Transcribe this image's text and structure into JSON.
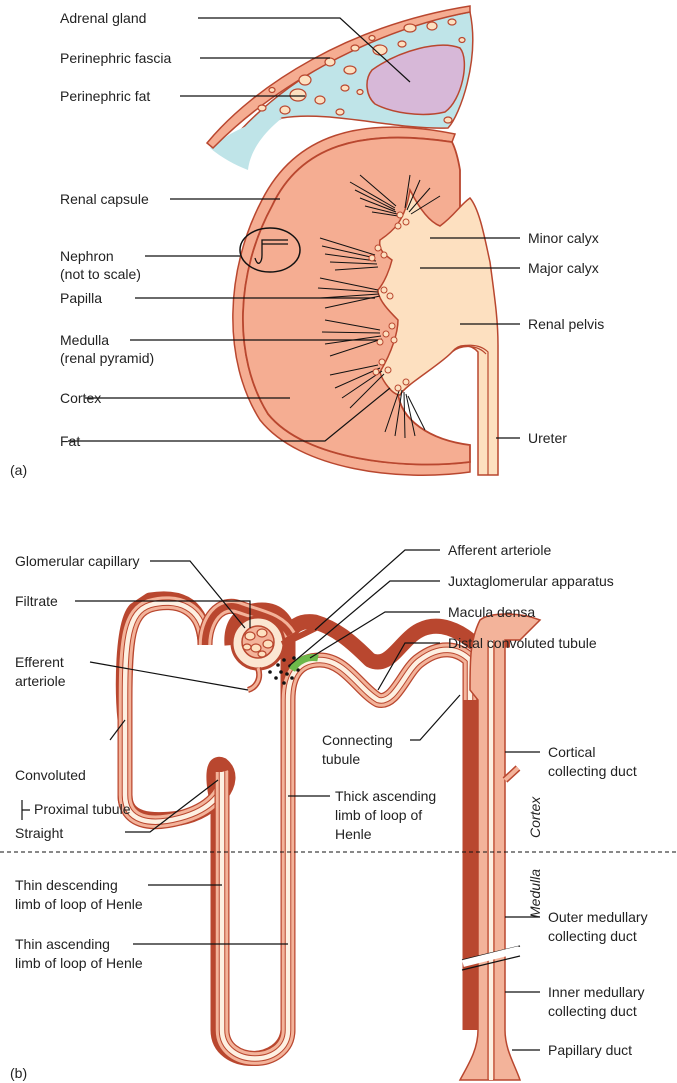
{
  "colors": {
    "cortex": "#f5ad92",
    "outline": "#b9472f",
    "pelvis": "#fde0c0",
    "fat_blue": "#bfe4e8",
    "adrenal": "#d7b8d8",
    "macula_densa": "#6db84a"
  },
  "panel_a": {
    "panel_label": "(a)",
    "labels": {
      "adrenal_gland": "Adrenal gland",
      "perinephric_fascia": "Perinephric fascia",
      "perinephric_fat": "Perinephric fat",
      "renal_capsule": "Renal capsule",
      "nephron_1": "Nephron",
      "nephron_2": "(not to scale)",
      "papilla": "Papilla",
      "medulla_1": "Medulla",
      "medulla_2": "(renal pyramid)",
      "cortex": "Cortex",
      "fat": "Fat",
      "minor_calyx": "Minor calyx",
      "major_calyx": "Major calyx",
      "renal_pelvis": "Renal pelvis",
      "ureter": "Ureter"
    }
  },
  "panel_b": {
    "panel_label": "(b)",
    "labels": {
      "glomerular_capillary": "Glomerular capillary",
      "filtrate": "Filtrate",
      "efferent_1": "Efferent",
      "efferent_2": "arteriole",
      "convoluted": "Convoluted",
      "proximal_tubule": "Proximal tubule",
      "straight": "Straight",
      "thin_desc_1": "Thin descending",
      "thin_desc_2": "limb of loop of Henle",
      "thin_asc_1": "Thin ascending",
      "thin_asc_2": "limb of loop of Henle",
      "afferent_arteriole": "Afferent arteriole",
      "juxtaglomerular": "Juxtaglomerular apparatus",
      "macula_densa": "Macula densa",
      "distal_tubule": "Distal convoluted tubule",
      "connecting_1": "Connecting",
      "connecting_2": "tubule",
      "cortical_cd_1": "Cortical",
      "cortical_cd_2": "collecting duct",
      "thick_asc_1": "Thick ascending",
      "thick_asc_2": "limb of loop of",
      "thick_asc_3": "Henle",
      "zone_cortex": "Cortex",
      "zone_medulla": "Medulla",
      "outer_med_1": "Outer medullary",
      "outer_med_2": "collecting duct",
      "inner_med_1": "Inner medullary",
      "inner_med_2": "collecting duct",
      "papillary_duct": "Papillary duct"
    }
  }
}
